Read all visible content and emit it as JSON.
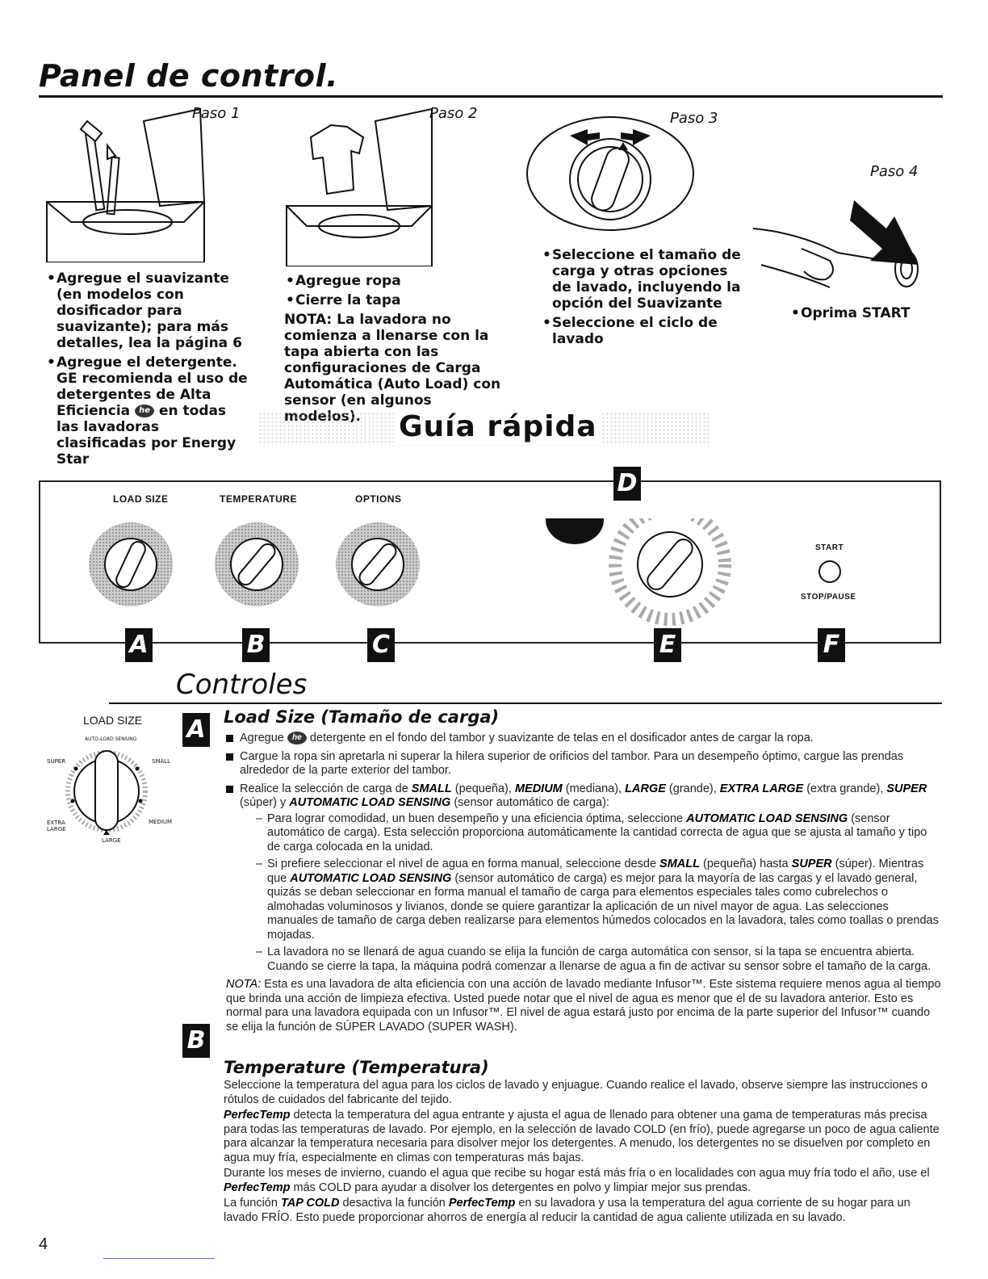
{
  "header": {
    "title": "Panel de control."
  },
  "steps": [
    {
      "label": "Paso 1",
      "bullets": [
        "Agregue el suavizante (en modelos con dosificador para suavizante); para más detalles, lea la página 6",
        "Agregue el detergente. GE recomienda el uso de detergentes de Alta Eficiencia",
        "en todas las lavadoras clasificadas por Energy Star"
      ]
    },
    {
      "label": "Paso 2",
      "bullets": [
        "Agregue ropa",
        "Cierre la tapa"
      ],
      "note": "NOTA: La lavadora no comienza a llenarse con la tapa abierta con las configuraciones de Carga Automática (Auto Load) con sensor (en algunos modelos)."
    },
    {
      "label": "Paso 3",
      "bullets": [
        "Seleccione el tamaño de carga y otras opciones de lavado, incluyendo la opción del Suavizante",
        "Seleccione el ciclo de lavado"
      ]
    },
    {
      "label": "Paso 4",
      "bullets": [
        "Oprima START"
      ]
    }
  ],
  "quick_guide": "Guía rápida",
  "he_logo": "he",
  "panel": {
    "knob_labels": [
      "LOAD SIZE",
      "TEMPERATURE",
      "OPTIONS"
    ],
    "start_label": "START",
    "stop_label": "STOP/PAUSE",
    "tags": [
      "A",
      "B",
      "C",
      "D",
      "E",
      "F"
    ]
  },
  "controls": {
    "title": "Controles",
    "dial": {
      "caption": "LOAD SIZE",
      "top": "AUTO-LOAD SENSING",
      "super": "SUPER",
      "small": "SMALL",
      "extra_large": "EXTRA LARGE",
      "medium": "MEDIUM",
      "large": "LARGE"
    },
    "section_a": {
      "tag": "A",
      "heading": "Load Size (Tamaño de carga)",
      "b1_pre": "Agregue",
      "b1_post": "detergente en el fondo del tambor y suavizante de telas en el dosificador antes de cargar la ropa.",
      "b2": "Cargue la ropa sin apretarla ni superar la hilera superior de orificios del tambor. Para un desempeño óptimo, cargue las prendas alrededor de la parte exterior del tambor.",
      "b3_parts": [
        "Realice la selección de carga de ",
        "SMALL",
        " (pequeña), ",
        "MEDIUM",
        " (mediana), ",
        "LARGE",
        " (grande), ",
        "EXTRA LARGE",
        " (extra grande), ",
        "SUPER",
        " (súper) y ",
        "AUTOMATIC LOAD SENSING",
        " (sensor automático de carga):"
      ],
      "d1_parts": [
        "Para lograr comodidad, un buen desempeño y una eficiencia óptima, seleccione ",
        "AUTOMATIC LOAD SENSING",
        " (sensor automático de carga). Esta selección proporciona automáticamente la cantidad correcta de agua que se ajusta al tamaño y tipo de carga colocada en la unidad."
      ],
      "d2_parts": [
        "Si prefiere seleccionar el nivel de agua en forma manual, seleccione desde ",
        "SMALL",
        " (pequeña) hasta ",
        "SUPER",
        " (súper). Mientras que ",
        "AUTOMATIC LOAD SENSING",
        " (sensor automático de carga) es mejor para la mayoría de las cargas y el lavado general, quizás se deban seleccionar en forma manual el tamaño de carga para elementos especiales tales como cubrelechos o almohadas voluminosos y livianos, donde se quiere garantizar la aplicación de un nivel mayor de agua. Las selecciones manuales de tamaño de carga deben realizarse para elementos húmedos colocados en la lavadora, tales como toallas o prendas mojadas."
      ],
      "d3": "La lavadora no se llenará de agua cuando se elija la función de carga automática con sensor, si la tapa se encuentra abierta. Cuando se cierre la tapa, la máquina podrá comenzar a llenarse de agua a fin de activar su sensor sobre el tamaño de la carga.",
      "note_label": "NOTA:",
      "note_text": " Esta es una lavadora de alta eficiencia con una acción de lavado mediante Infusor™. Este sistema requiere menos agua al tiempo que brinda una acción de limpieza efectiva. Usted puede notar que el nivel de agua es menor que el de su lavadora anterior. Esto es normal para una lavadora equipada con un Infusor™. El nivel de agua estará justo por encima de la parte superior del Infusor™ cuando se elija la función de SÚPER LAVADO (SUPER WASH)."
    },
    "section_b": {
      "tag": "B",
      "heading": "Temperature (Temperatura)",
      "p1": "Seleccione la temperatura del agua para los ciclos de lavado y enjuague. Cuando realice el lavado, observe siempre las instrucciones o rótulos de cuidados del fabricante del tejido.",
      "p2_label": "PerfecTemp",
      "p2_text": " detecta la temperatura del agua entrante y ajusta el agua de llenado para obtener una gama de temperaturas más precisa para todas las temperaturas de lavado. Por ejemplo, en la selección de lavado COLD (en frío), puede agregarse un poco de agua caliente para alcanzar la temperatura necesaria para disolver mejor los detergentes. A menudo, los detergentes no se disuelven por completo en agua muy fría, especialmente en climas con temperaturas más bajas.",
      "p3_pre": "Durante los meses de invierno, cuando el agua que recibe su hogar está más fría o en localidades con agua muy fría todo el año, use el ",
      "p3_label": "PerfecTemp",
      "p3_post": " más COLD para ayudar a disolver los detergentes en polvo y limpiar mejor sus prendas.",
      "p4_pre": "La función ",
      "p4_label1": "TAP COLD",
      "p4_mid": " desactiva la función ",
      "p4_label2": "PerfecTemp",
      "p4_post": " en su lavadora y usa la temperatura del agua corriente de su hogar para un lavado FRÍO. Esto puede proporcionar ahorros de energía al reducir la cantidad de agua caliente utilizada en su lavado."
    }
  },
  "page_number": "4"
}
